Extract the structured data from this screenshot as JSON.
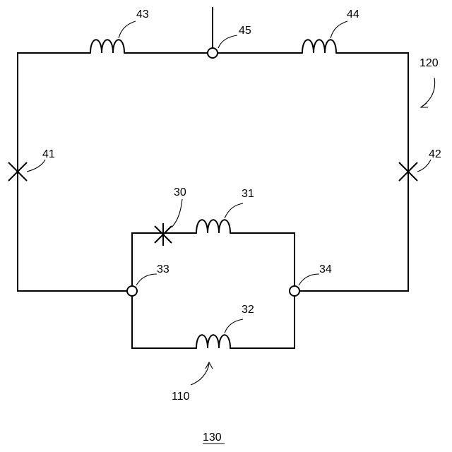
{
  "diagram": {
    "labels": {
      "inductor_43": "43",
      "inductor_44": "44",
      "node_45": "45",
      "circuit_120": "120",
      "junction_41": "41",
      "junction_42": "42",
      "junction_30": "30",
      "inductor_31": "31",
      "node_33": "33",
      "node_34": "34",
      "inductor_32": "32",
      "circuit_110": "110",
      "figure_130": "130"
    }
  }
}
